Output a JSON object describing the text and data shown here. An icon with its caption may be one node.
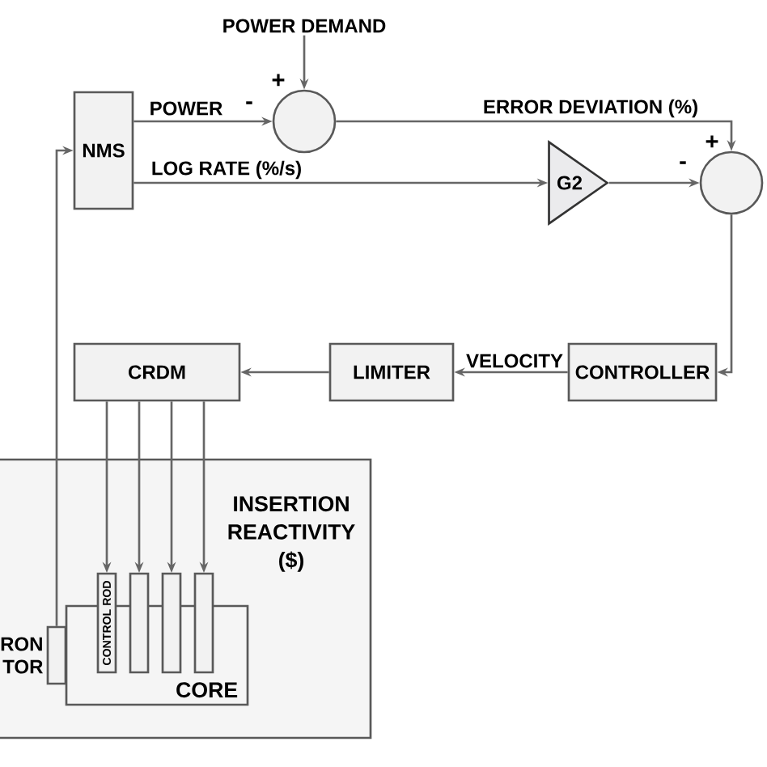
{
  "diagram": {
    "nodes": [
      {
        "text": [
          "POWER DEMAND"
        ]
      },
      {
        "text": [],
        "shape": "circle"
      },
      {
        "text": [
          "NMS"
        ]
      },
      {
        "text": [
          "G2"
        ]
      },
      {
        "text": [],
        "shape": "circle"
      },
      {
        "text": [
          "CONTROLLER"
        ]
      },
      {
        "text": [
          "LIMITER"
        ]
      },
      {
        "text": [
          "CRDM"
        ]
      },
      {
        "text": [
          "INSERTION REACTIVITY ($)"
        ]
      },
      {
        "text": [
          "CORE"
        ],
        "in": 8
      },
      {
        "text": [
          "CONTROL ROD"
        ],
        "in": 8
      },
      {
        "text": [],
        "shape": "bar",
        "in": 8
      },
      {
        "text": [],
        "shape": "bar",
        "in": 8
      },
      {
        "text": [],
        "shape": "bar",
        "in": 8
      },
      {
        "text": [],
        "shape": "bar",
        "in": 8,
        "beside": [
          "RON TOR"
        ]
      }
    ],
    "edges": [
      {
        "from": 0,
        "to": 1,
        "arrow": "to"
      },
      {
        "from": 2,
        "to": 1,
        "arrow": "to",
        "label": "POWER"
      },
      {
        "from": 1,
        "to": 4,
        "arrow": "to",
        "label": "ERROR DEVIATION (%)"
      },
      {
        "from": 2,
        "to": 3,
        "arrow": "to",
        "label": "LOG RATE (%/s)"
      },
      {
        "from": 3,
        "to": 4,
        "arrow": "to"
      },
      {
        "from": 4,
        "to": 5,
        "arrow": "to"
      },
      {
        "from": 5,
        "to": 6,
        "arrow": "to",
        "label": "VELOCITY"
      },
      {
        "from": 6,
        "to": 7,
        "arrow": "to"
      },
      {
        "from": 7,
        "to": 10,
        "arrow": "to"
      },
      {
        "from": 7,
        "to": 11,
        "arrow": "to"
      },
      {
        "from": 7,
        "to": 12,
        "arrow": "to"
      },
      {
        "from": 7,
        "to": 13,
        "arrow": "to"
      },
      {
        "from": 14,
        "to": 2,
        "arrow": "to"
      }
    ],
    "labels": [
      "+",
      "-",
      "+",
      "-"
    ]
  }
}
